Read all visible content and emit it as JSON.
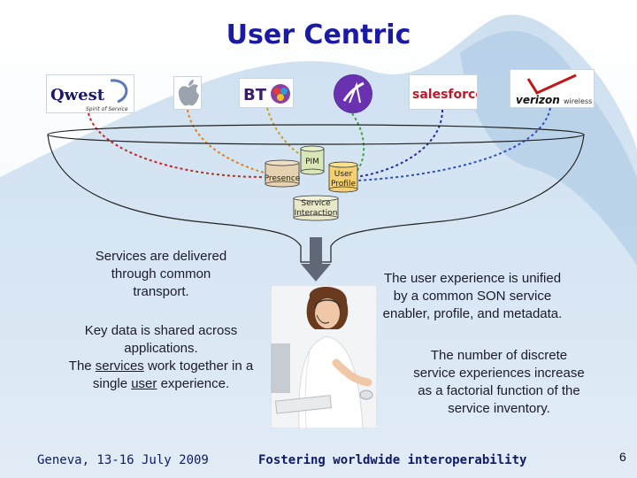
{
  "title": "User Centric",
  "logos": [
    {
      "name": "Qwest",
      "tagline": "Spirit of Service"
    },
    {
      "name": "Apple"
    },
    {
      "name": "BT"
    },
    {
      "name": "Alcatel"
    },
    {
      "name": "salesforce"
    },
    {
      "name": "verizon",
      "suffix": "wireless"
    }
  ],
  "bowl": {
    "pim": "PIM",
    "presence": "Presence",
    "user_profile_line1": "User",
    "user_profile_line2": "Profile",
    "service_interaction_line1": "Service",
    "service_interaction_line2": "Interaction"
  },
  "left_text": {
    "p1_line1": "Services are delivered",
    "p1_line2": "through common",
    "p1_line3": "transport.",
    "p2_line1": "Key data is shared across",
    "p2_line2": "applications.",
    "p2_line3_pre": "The ",
    "p2_line3_u": "services",
    "p2_line3_post": " work together in a",
    "p2_line4_pre": "single ",
    "p2_line4_u": "user",
    "p2_line4_post": " experience."
  },
  "right_text": {
    "p1_line1": "The user experience is unified",
    "p1_line2": "by a common SON service",
    "p1_line3": "enabler, profile, and metadata.",
    "p2_line1": "The number of discrete",
    "p2_line2": "service experiences increase",
    "p2_line3": "as a factorial function of the",
    "p2_line4": "service inventory."
  },
  "footer": {
    "left": "Geneva, 13-16 July 2009",
    "center": "Fostering worldwide interoperability",
    "page": "6"
  },
  "colors": {
    "title": "#1a1aa6",
    "arc_qwest": "#cc2222",
    "arc_apple": "#e08020",
    "arc_bt": "#c8a020",
    "arc_alcatel": "#40a040",
    "arc_salesforce": "#2a2a9a",
    "arc_verizon": "#3050c0"
  }
}
